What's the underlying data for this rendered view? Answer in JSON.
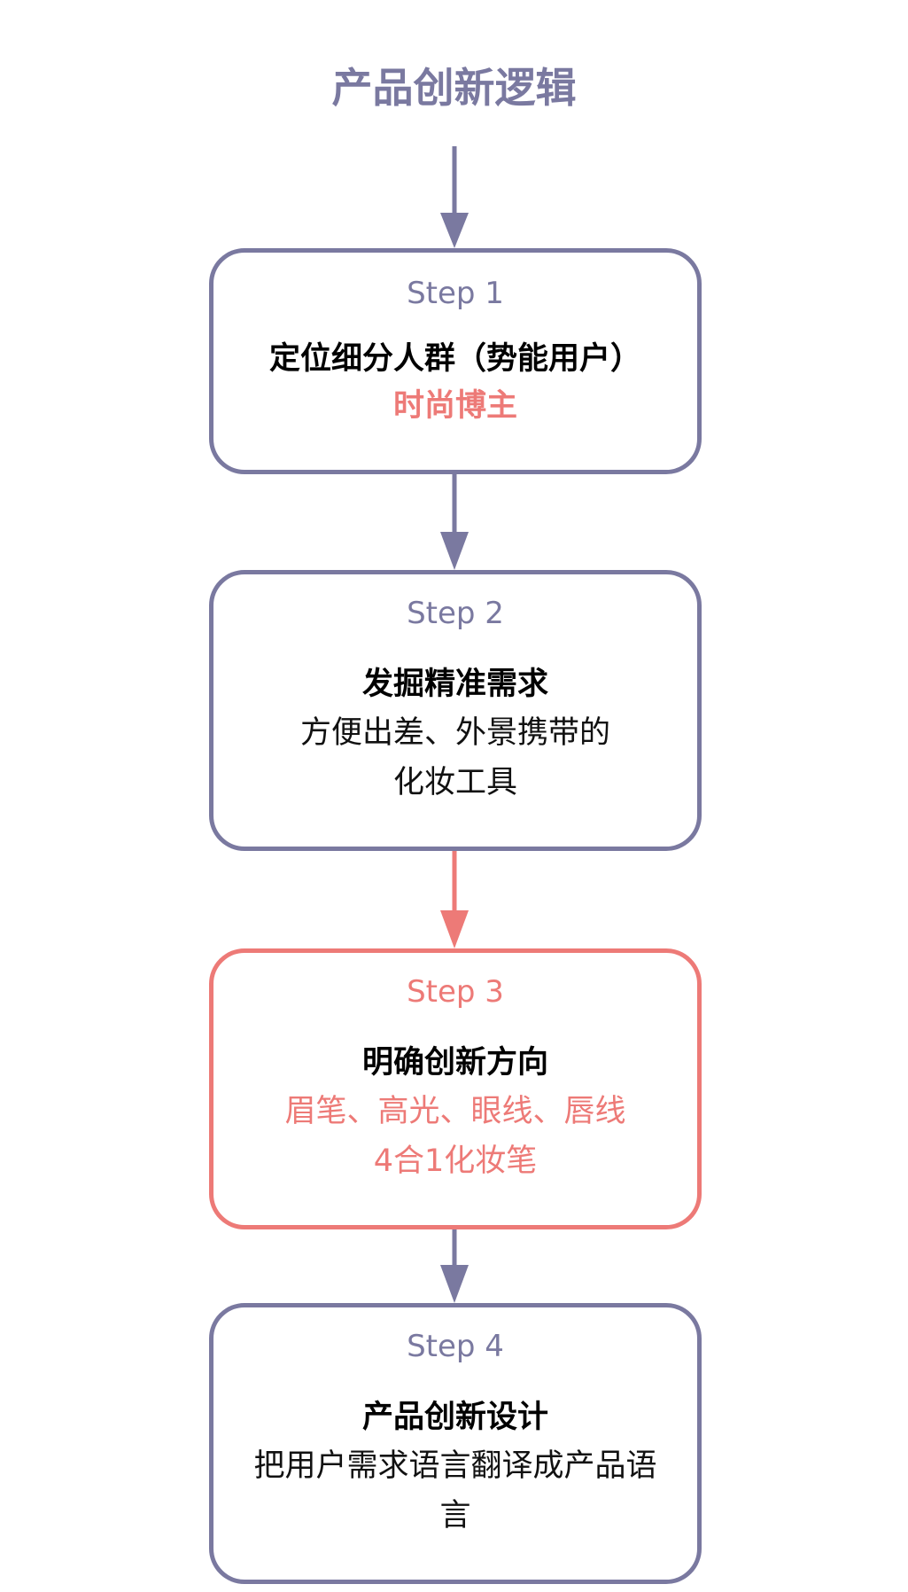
{
  "title": "产品创新逻辑",
  "colors": {
    "primary": "#7a79a0",
    "accent": "#ed7a77",
    "text": "#000000",
    "background": "#ffffff"
  },
  "steps": [
    {
      "label": "Step 1",
      "heading": "定位细分人群（势能用户）",
      "lines": [
        "时尚博主"
      ],
      "lines_style": "accent",
      "highlight": false
    },
    {
      "label": "Step 2",
      "heading": "发掘精准需求",
      "lines": [
        "方便出差、外景携带的",
        "化妆工具"
      ],
      "lines_style": "normal",
      "highlight": false
    },
    {
      "label": "Step 3",
      "heading": "明确创新方向",
      "lines": [
        "眉笔、高光、眼线、唇线",
        "4合1化妆笔"
      ],
      "lines_style": "accent",
      "highlight": true
    },
    {
      "label": "Step 4",
      "heading": "产品创新设计",
      "lines": [
        "把用户需求语言翻译成产品语",
        "言"
      ],
      "lines_style": "normal",
      "highlight": false
    }
  ]
}
